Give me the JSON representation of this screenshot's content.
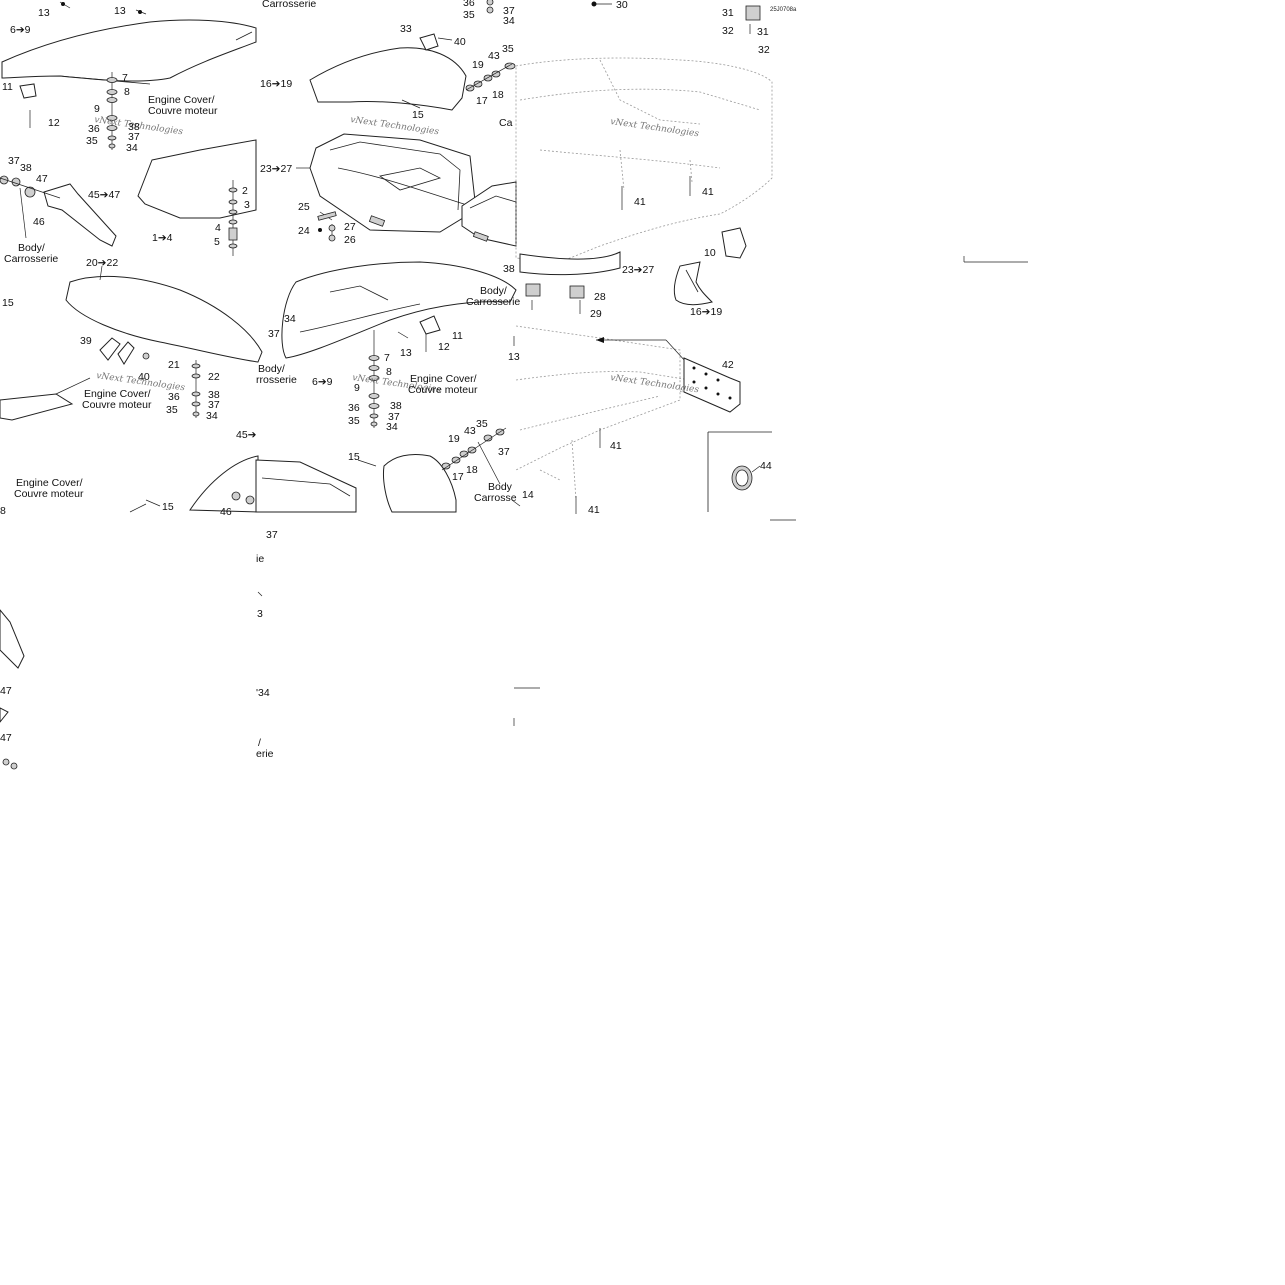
{
  "diagram": {
    "panel_a_labels": [
      {
        "text": "13"
      },
      {
        "text": "13"
      },
      {
        "text": "6➔9"
      },
      {
        "text": "11"
      },
      {
        "text": "12"
      },
      {
        "text": "7"
      },
      {
        "text": "8"
      },
      {
        "text": "9"
      },
      {
        "text": "36"
      },
      {
        "text": "38"
      },
      {
        "text": "35"
      },
      {
        "text": "37"
      },
      {
        "text": "34"
      },
      {
        "text": "37"
      },
      {
        "text": "38"
      },
      {
        "text": "47"
      },
      {
        "text": "46"
      },
      {
        "text": "45➔47"
      },
      {
        "text": "1➔4"
      },
      {
        "text": "2"
      },
      {
        "text": "3"
      },
      {
        "text": "4"
      },
      {
        "text": "5"
      },
      {
        "text": "Carrosserie"
      },
      {
        "text": "Engine Cover/"
      },
      {
        "text": "Couvre moteur"
      },
      {
        "text": "Body/"
      },
      {
        "text": "Carrosserie"
      }
    ],
    "panel_b_labels": [
      {
        "text": "33"
      },
      {
        "text": "40"
      },
      {
        "text": "36"
      },
      {
        "text": "35"
      },
      {
        "text": "37"
      },
      {
        "text": "34"
      },
      {
        "text": "43"
      },
      {
        "text": "35"
      },
      {
        "text": "19"
      },
      {
        "text": "17"
      },
      {
        "text": "18"
      },
      {
        "text": "16➔19"
      },
      {
        "text": "15"
      },
      {
        "text": "Ca"
      },
      {
        "text": "23➔27"
      },
      {
        "text": "25"
      },
      {
        "text": "24"
      },
      {
        "text": "27"
      },
      {
        "text": "26"
      }
    ],
    "panel_c_labels": [
      {
        "text": "30"
      },
      {
        "text": "31"
      },
      {
        "text": "32"
      },
      {
        "text": "31"
      },
      {
        "text": "32"
      },
      {
        "text": "41"
      },
      {
        "text": "41"
      },
      {
        "text": "10"
      },
      {
        "text": "16➔19"
      },
      {
        "text": "23➔27"
      },
      {
        "text": "28"
      },
      {
        "text": "29"
      },
      {
        "text": "38"
      },
      {
        "text": "Body/"
      },
      {
        "text": "Carrosserie"
      },
      {
        "text": "25J0708a"
      }
    ],
    "panel_d_labels": [
      {
        "text": "20➔22"
      },
      {
        "text": "15"
      },
      {
        "text": "39"
      },
      {
        "text": "40"
      },
      {
        "text": "21"
      },
      {
        "text": "22"
      },
      {
        "text": "36"
      },
      {
        "text": "38"
      },
      {
        "text": "35"
      },
      {
        "text": "37"
      },
      {
        "text": "34"
      },
      {
        "text": "Engine Cover/"
      },
      {
        "text": "Couvre moteur"
      },
      {
        "text": "Body/"
      },
      {
        "text": "rrosserie"
      },
      {
        "text": "Engine Cover/"
      },
      {
        "text": "Couvre moteur"
      },
      {
        "text": "15"
      },
      {
        "text": "8"
      },
      {
        "text": "34"
      },
      {
        "text": "37"
      },
      {
        "text": "45➔"
      },
      {
        "text": "46"
      },
      {
        "text": "37"
      },
      {
        "text": "ie"
      },
      {
        "text": "3"
      },
      {
        "text": "47"
      },
      {
        "text": "47"
      },
      {
        "text": "'34"
      },
      {
        "text": "/"
      },
      {
        "text": "erie"
      }
    ],
    "panel_e_labels": [
      {
        "text": "11"
      },
      {
        "text": "12"
      },
      {
        "text": "13"
      },
      {
        "text": "6➔9"
      },
      {
        "text": "7"
      },
      {
        "text": "8"
      },
      {
        "text": "9"
      },
      {
        "text": "36"
      },
      {
        "text": "38"
      },
      {
        "text": "35"
      },
      {
        "text": "37"
      },
      {
        "text": "34"
      },
      {
        "text": "Engine Cover/"
      },
      {
        "text": "Couvre moteur"
      },
      {
        "text": "15"
      },
      {
        "text": "19"
      },
      {
        "text": "43"
      },
      {
        "text": "35"
      },
      {
        "text": "37"
      },
      {
        "text": "17"
      },
      {
        "text": "18"
      },
      {
        "text": "Body"
      },
      {
        "text": "Carrosse"
      },
      {
        "text": "14"
      },
      {
        "text": "13"
      }
    ],
    "panel_f_labels": [
      {
        "text": "42"
      },
      {
        "text": "41"
      },
      {
        "text": "41"
      },
      {
        "text": "44"
      }
    ],
    "watermark": "vNext Technologies"
  }
}
